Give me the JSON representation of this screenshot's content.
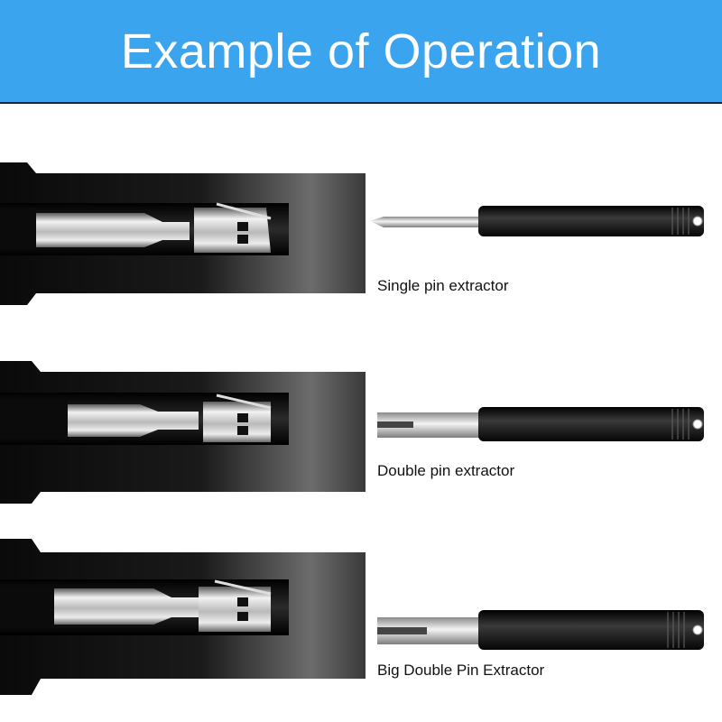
{
  "header": {
    "title": "Example of Operation",
    "background_color": "#3aa4ef"
  },
  "examples": [
    {
      "label": "Single pin extractor",
      "tip": "single-pin-tip"
    },
    {
      "label": "Double pin extractor",
      "tip": "double-pin-tip"
    },
    {
      "label": "Big Double Pin Extractor",
      "tip": "big-double-pin-tip"
    }
  ]
}
